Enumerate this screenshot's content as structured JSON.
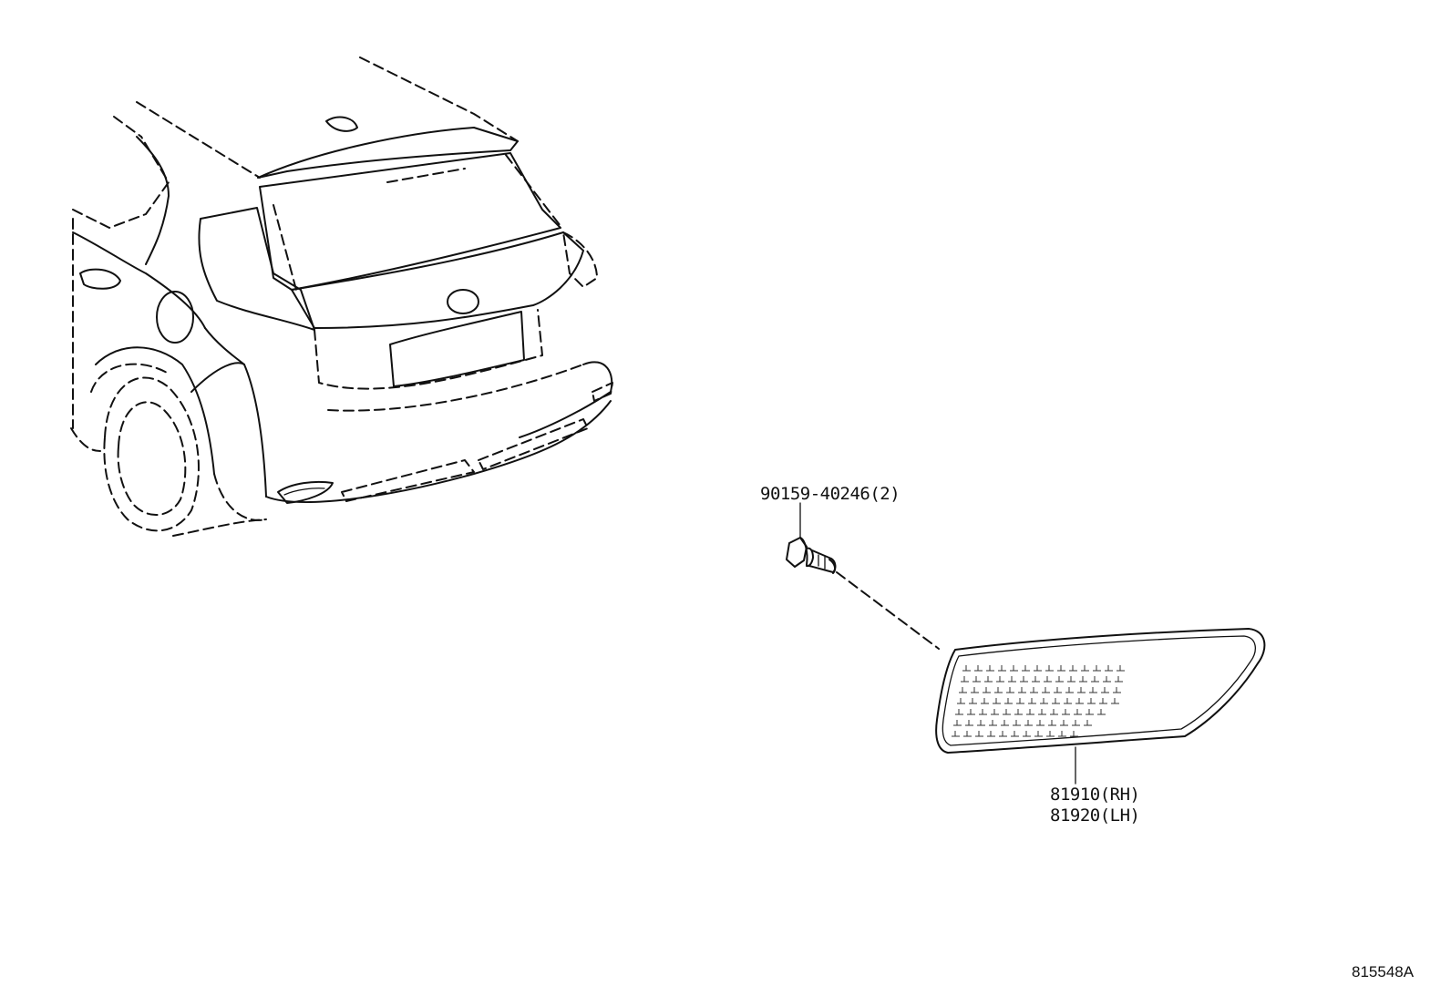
{
  "parts": {
    "screw": {
      "part_number": "90159-40246(2)"
    },
    "lamp": {
      "part_rh": "81910(RH)",
      "part_lh": "81920(LH)"
    }
  },
  "diagram_ref": "815548A"
}
